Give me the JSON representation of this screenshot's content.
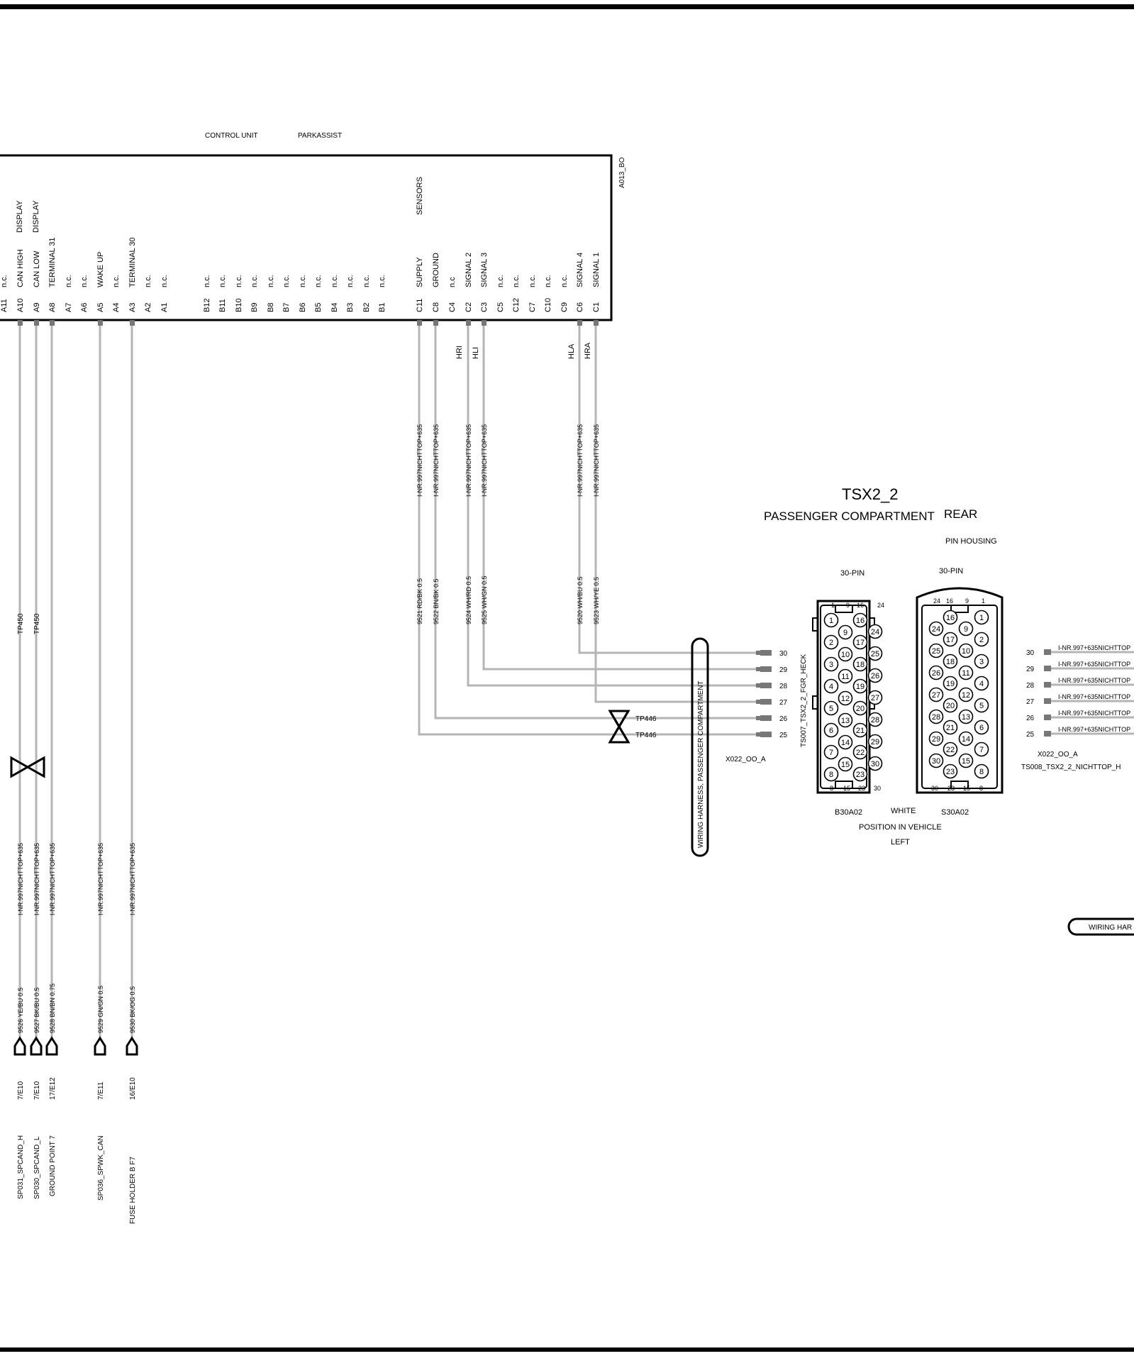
{
  "control_unit": {
    "title": "CONTROL UNIT",
    "name": "PARKASSIST",
    "id": "A013_BO",
    "group_labels": {
      "display_a10": "DISPLAY",
      "display_a9": "DISPLAY",
      "sensors": "SENSORS"
    },
    "pins": [
      {
        "pin": "A11",
        "func": "n.c."
      },
      {
        "pin": "A10",
        "func": "CAN HIGH"
      },
      {
        "pin": "A9",
        "func": "CAN  LOW"
      },
      {
        "pin": "A8",
        "func": "TERMINAL 31"
      },
      {
        "pin": "A7",
        "func": "n.c."
      },
      {
        "pin": "A6",
        "func": "n.c."
      },
      {
        "pin": "A5",
        "func": "WAKE UP"
      },
      {
        "pin": "A4",
        "func": "n.c."
      },
      {
        "pin": "A3",
        "func": "TERMINAL 30"
      },
      {
        "pin": "A2",
        "func": "n.c."
      },
      {
        "pin": "A1",
        "func": "n.c."
      },
      {
        "pin": "B12",
        "func": "n.c."
      },
      {
        "pin": "B11",
        "func": "n.c."
      },
      {
        "pin": "B10",
        "func": "n.c."
      },
      {
        "pin": "B9",
        "func": "n.c."
      },
      {
        "pin": "B8",
        "func": "n.c."
      },
      {
        "pin": "B7",
        "func": "n.c."
      },
      {
        "pin": "B6",
        "func": "n.c."
      },
      {
        "pin": "B5",
        "func": "n.c."
      },
      {
        "pin": "B4",
        "func": "n.c."
      },
      {
        "pin": "B3",
        "func": "n.c."
      },
      {
        "pin": "B2",
        "func": "n.c."
      },
      {
        "pin": "B1",
        "func": "n.c."
      },
      {
        "pin": "C11",
        "func": "SUPPLY"
      },
      {
        "pin": "C8",
        "func": "GROUND"
      },
      {
        "pin": "C4",
        "func": "n.c"
      },
      {
        "pin": "C2",
        "func": "SIGNAL  2"
      },
      {
        "pin": "C3",
        "func": "SIGNAL  3"
      },
      {
        "pin": "C5",
        "func": "n.c."
      },
      {
        "pin": "C12",
        "func": "n.c."
      },
      {
        "pin": "C7",
        "func": "n.c."
      },
      {
        "pin": "C10",
        "func": "n.c."
      },
      {
        "pin": "C9",
        "func": "n.c."
      },
      {
        "pin": "C6",
        "func": "SIGNAL  4"
      },
      {
        "pin": "C1",
        "func": "SIGNAL  1"
      }
    ]
  },
  "sensor_labels": [
    "HRI",
    "HLI",
    "HLA",
    "HRA"
  ],
  "top_wires": [
    {
      "pin": "C11",
      "code": "I-NR.997NICHTTOP+635",
      "wire": "9521 RD/BK 0.5",
      "conn_pin": "25"
    },
    {
      "pin": "C8",
      "code": "I-NR.997NICHTTOP+635",
      "wire": "9522 BN/BK 0.5",
      "conn_pin": "26"
    },
    {
      "pin": "C2",
      "code": "I-NR.997NICHTTOP+635",
      "wire": "9524 WH/RD 0.5",
      "conn_pin": "28"
    },
    {
      "pin": "C3",
      "code": "I-NR.997NICHTTOP+635",
      "wire": "9525 WH/GN 0.5",
      "conn_pin": "29"
    },
    {
      "pin": "C6",
      "code": "I-NR.997NICHTTOP+635",
      "wire": "9520 WH/BU 0.5",
      "conn_pin": "30"
    },
    {
      "pin": "C1",
      "code": "I-NR.997NICHTTOP+635",
      "wire": "9523 WH/YE 0.5",
      "conn_pin": "27"
    }
  ],
  "left_wires": [
    {
      "pin": "A10",
      "tp": "TP450",
      "code": "I-NR.997NICHTTOP+635",
      "wire": "9526 YE/BU 0.5",
      "ref": "7/E10",
      "dest": "SP031_SPCAND_H"
    },
    {
      "pin": "A9",
      "tp": "TP450",
      "code": "I-NR.997NICHTTOP+635",
      "wire": "9527 BK/BU 0.5",
      "ref": "7/E10",
      "dest": "SP030_SPCAND_L"
    },
    {
      "pin": "A8",
      "tp": "",
      "code": "I-NR.997NICHTTOP+635",
      "wire": "9528 BN/BN 0.75",
      "ref": "17/E12",
      "dest": "GROUND POINT 7"
    },
    {
      "pin": "A5",
      "tp": "",
      "code": "I-NR.997NICHTTOP+635",
      "wire": "9529 GN/GN 0.5",
      "ref": "7/E11",
      "dest": "SP036_SPWK_CAN"
    },
    {
      "pin": "A3",
      "tp": "",
      "code": "I-NR.997NICHTTOP+635",
      "wire": "9530 BK/OG 0.5",
      "ref": "16/E10",
      "dest": "FUSE HOLDER B    F7"
    }
  ],
  "twist_labels": [
    "TP446",
    "TP446"
  ],
  "harness_label": "WIRING HARNESS, PASSENGER COMPARTMENT",
  "harness_label_right": "WIRING HAR",
  "connector": {
    "name": "TSX2_2",
    "subtitle": "PASSENGER COMPARTMENT",
    "rear": "REAR",
    "pin_housing": "PIN HOUSING",
    "left_pins_label": "30-PIN",
    "right_pins_label": "30-PIN",
    "side_label": "TS007_TSX2_2_FGR_HECK",
    "left_part": "B30A02",
    "color": "WHITE",
    "right_part": "S30A02",
    "position_label": "POSITION IN VEHICLE",
    "position": "LEFT",
    "left_conn_id": "X022_OO_A",
    "right_conn_id": "X022_OO_A",
    "right_side_id": "TS008_TSX2_2_NICHTTOP_H",
    "left_top_nums": [
      "1",
      "9",
      "16",
      "24"
    ],
    "left_bottom_nums": [
      "8",
      "15",
      "23",
      "30"
    ],
    "right_top_nums": [
      "24",
      "16",
      "9",
      "1"
    ],
    "right_bottom_nums": [
      "30",
      "23",
      "15",
      "8"
    ],
    "right_code": "I-NR.997+635NICHTTOP",
    "terminals": [
      "30",
      "29",
      "28",
      "27",
      "26",
      "25"
    ]
  }
}
